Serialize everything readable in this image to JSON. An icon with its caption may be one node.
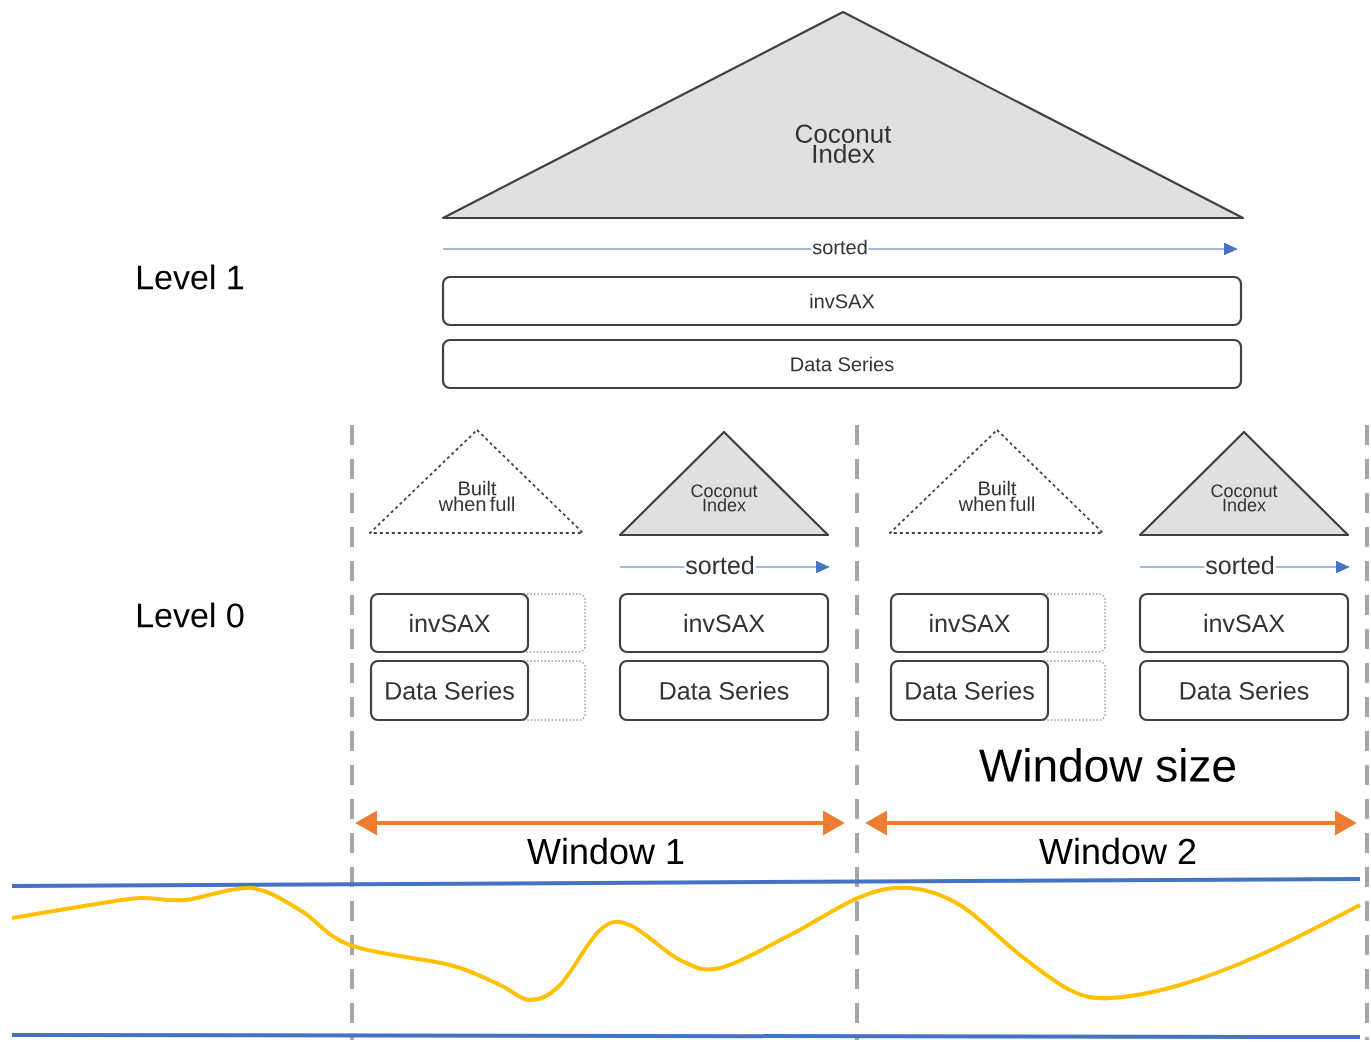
{
  "diagram": {
    "nodes": [
      {
        "text": [
          "Coconut Index"
        ]
      },
      {
        "text": [
          "invSAX"
        ]
      },
      {
        "text": [
          "Data Series"
        ]
      },
      {
        "text": [
          "Built when full"
        ]
      },
      {
        "text": [
          "Coconut Index"
        ]
      },
      {
        "text": [
          "invSAX"
        ]
      },
      {
        "text": [
          "Data Series"
        ]
      },
      {
        "text": [
          "invSAX"
        ]
      },
      {
        "text": [
          "Data Series"
        ]
      },
      {
        "text": [
          "Built when full"
        ]
      },
      {
        "text": [
          "Coconut Index"
        ]
      },
      {
        "text": [
          "invSAX"
        ]
      },
      {
        "text": [
          "Data Series"
        ]
      },
      {
        "text": [
          "invSAX"
        ]
      },
      {
        "text": [
          "Data Series"
        ]
      }
    ],
    "labels": [
      "sorted",
      "Level 1",
      "sorted",
      "sorted",
      "Level 0",
      "Window size",
      "Window 1",
      "Window 2"
    ]
  }
}
